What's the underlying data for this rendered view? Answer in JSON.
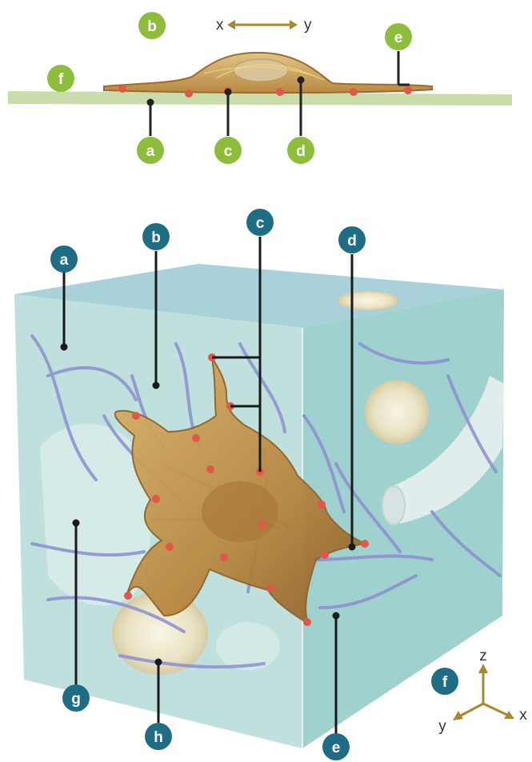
{
  "top_panel": {
    "axis": {
      "left": "x",
      "right": "y",
      "arrow_color": "#a8892e"
    },
    "badge_color": "#8cbe3c",
    "labels": {
      "a": "a",
      "b": "b",
      "c": "c",
      "d": "d",
      "e": "e",
      "f": "f"
    }
  },
  "bottom_panel": {
    "badge_color": "#1f6d85",
    "labels": {
      "a": "a",
      "b": "b",
      "c": "c",
      "d": "d",
      "e": "e",
      "f": "f",
      "g": "g",
      "h": "h"
    },
    "axis": {
      "z": "z",
      "y": "y",
      "x": "x",
      "arrow_color": "#a8892e"
    }
  },
  "colors": {
    "substrate": "#c9dcaa",
    "cell": "#c99a4a",
    "cell_dark": "#8d5f27",
    "adhesion": "#e2574c",
    "fiber": "#8c8fd0",
    "cube_front": "#b9dddc",
    "cube_top": "#a3ccd6",
    "cube_side": "#97cfd0"
  }
}
